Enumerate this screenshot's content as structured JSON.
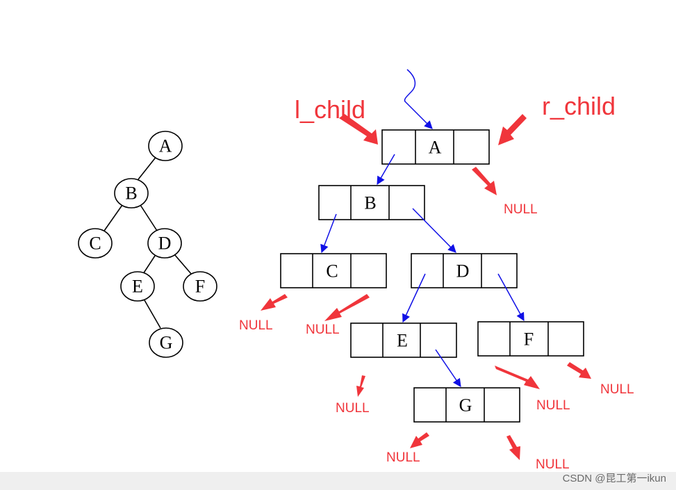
{
  "colors": {
    "red": "#f0353b",
    "blue": "#1010e6",
    "black": "#000000",
    "footer_bg": "#efefef",
    "footer_text": "#6a6a6a"
  },
  "tree": {
    "nodes": {
      "a": "A",
      "b": "B",
      "c": "C",
      "d": "D",
      "e": "E",
      "f": "F",
      "g": "G"
    }
  },
  "linked": {
    "nodes": {
      "a": "A",
      "b": "B",
      "c": "C",
      "d": "D",
      "e": "E",
      "f": "F",
      "g": "G"
    },
    "labels": {
      "l_child": "l_child",
      "r_child": "r_child",
      "null": "NULL"
    }
  },
  "watermark": "CSDN @昆工第一ikun"
}
